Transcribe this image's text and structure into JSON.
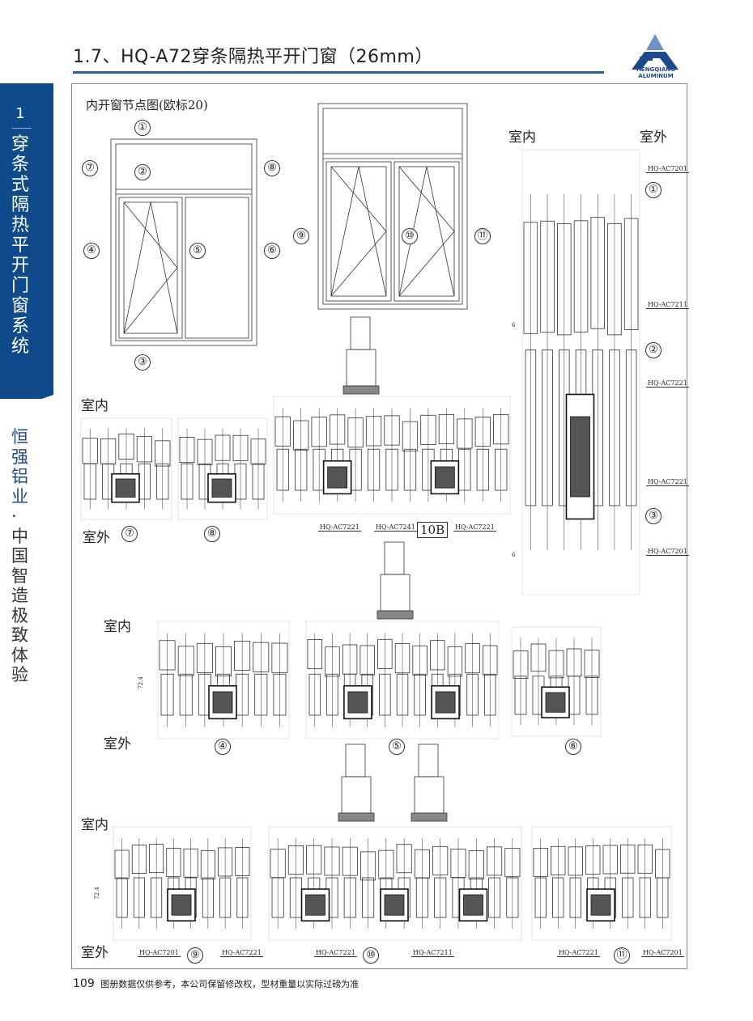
{
  "header": {
    "title": "1.7、HQ-A72穿条隔热平开门窗（26mm）",
    "logo_text": "HENGQIANG ALUMINUM",
    "accent": "#1d4a8a"
  },
  "sidebar": {
    "chapter": "1",
    "title": "穿条式隔热平开门窗系统",
    "brand": "恒强铝业",
    "slogan": "中国智造 极致体验",
    "dot": "·"
  },
  "diagram": {
    "caption": "内开窗节点图(欧标20)",
    "indoor": "室内",
    "outdoor": "室外",
    "nodes": [
      "①",
      "②",
      "③",
      "④",
      "⑤",
      "⑥",
      "⑦",
      "⑧",
      "⑨",
      "⑩",
      "⑪"
    ],
    "node_10b": "10B",
    "dim_6": "6",
    "dim_72": "72.4",
    "codes": {
      "ac7201": "HQ-AC7201",
      "ac7211": "HQ-AC7211",
      "ac7221": "HQ-AC7221",
      "ac7241": "HQ-AC7241"
    }
  },
  "footer": {
    "page": "109",
    "note": "图册数据仅供参考，本公司保留修改权，型材重量以实际过磅为准"
  }
}
